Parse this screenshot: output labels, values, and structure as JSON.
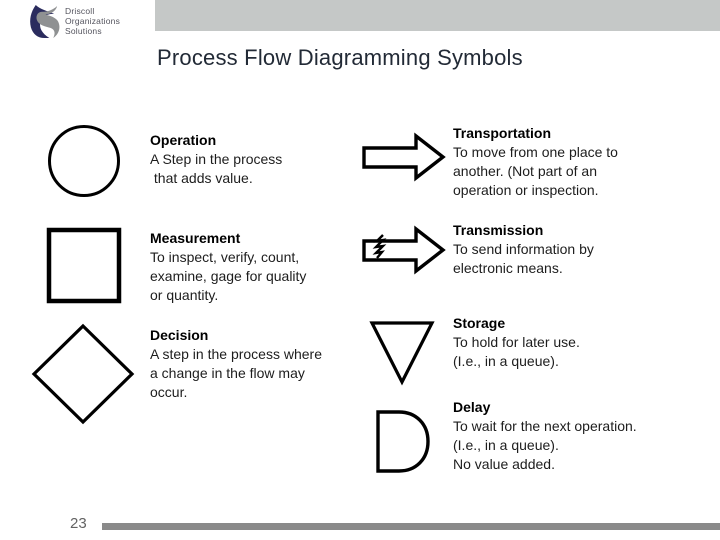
{
  "logo": {
    "lines": [
      "Driscoll",
      "Organizations",
      "Solutions"
    ]
  },
  "title": "Process Flow Diagramming Symbols",
  "page_number": "23",
  "colors": {
    "top_bar": "#c5c8c7",
    "footer_bar": "#8a8a8a",
    "title_text": "#222a36",
    "logo_navy": "#2b2c5e",
    "logo_gray": "#8f9192",
    "shape_stroke": "#000000"
  },
  "symbols": {
    "operation": {
      "shape": "circle",
      "name": "Operation",
      "lines": [
        "A Step in the process",
        " that adds value."
      ]
    },
    "measurement": {
      "shape": "square",
      "name": "Measurement",
      "lines": [
        "To inspect, verify, count,",
        "examine, gage for quality",
        "or quantity."
      ]
    },
    "decision": {
      "shape": "diamond",
      "name": "Decision",
      "lines": [
        "A step in the process where",
        "a change in the flow may",
        "occur."
      ]
    },
    "transportation": {
      "shape": "block-arrow-right",
      "name": "Transportation",
      "lines": [
        "To move from one place to",
        "another. (Not part of an",
        "operation or inspection."
      ]
    },
    "transmission": {
      "shape": "block-arrow-right-zigzag",
      "name": "Transmission",
      "lines": [
        "To send information by",
        "electronic means."
      ]
    },
    "storage": {
      "shape": "inverted-triangle",
      "name": "Storage",
      "lines": [
        "To hold for later use.",
        "(I.e., in a queue)."
      ]
    },
    "delay": {
      "shape": "half-rounded-rect",
      "name": "Delay",
      "lines": [
        "To wait for the next operation.",
        "(I.e., in a queue).",
        "No value added."
      ]
    }
  }
}
